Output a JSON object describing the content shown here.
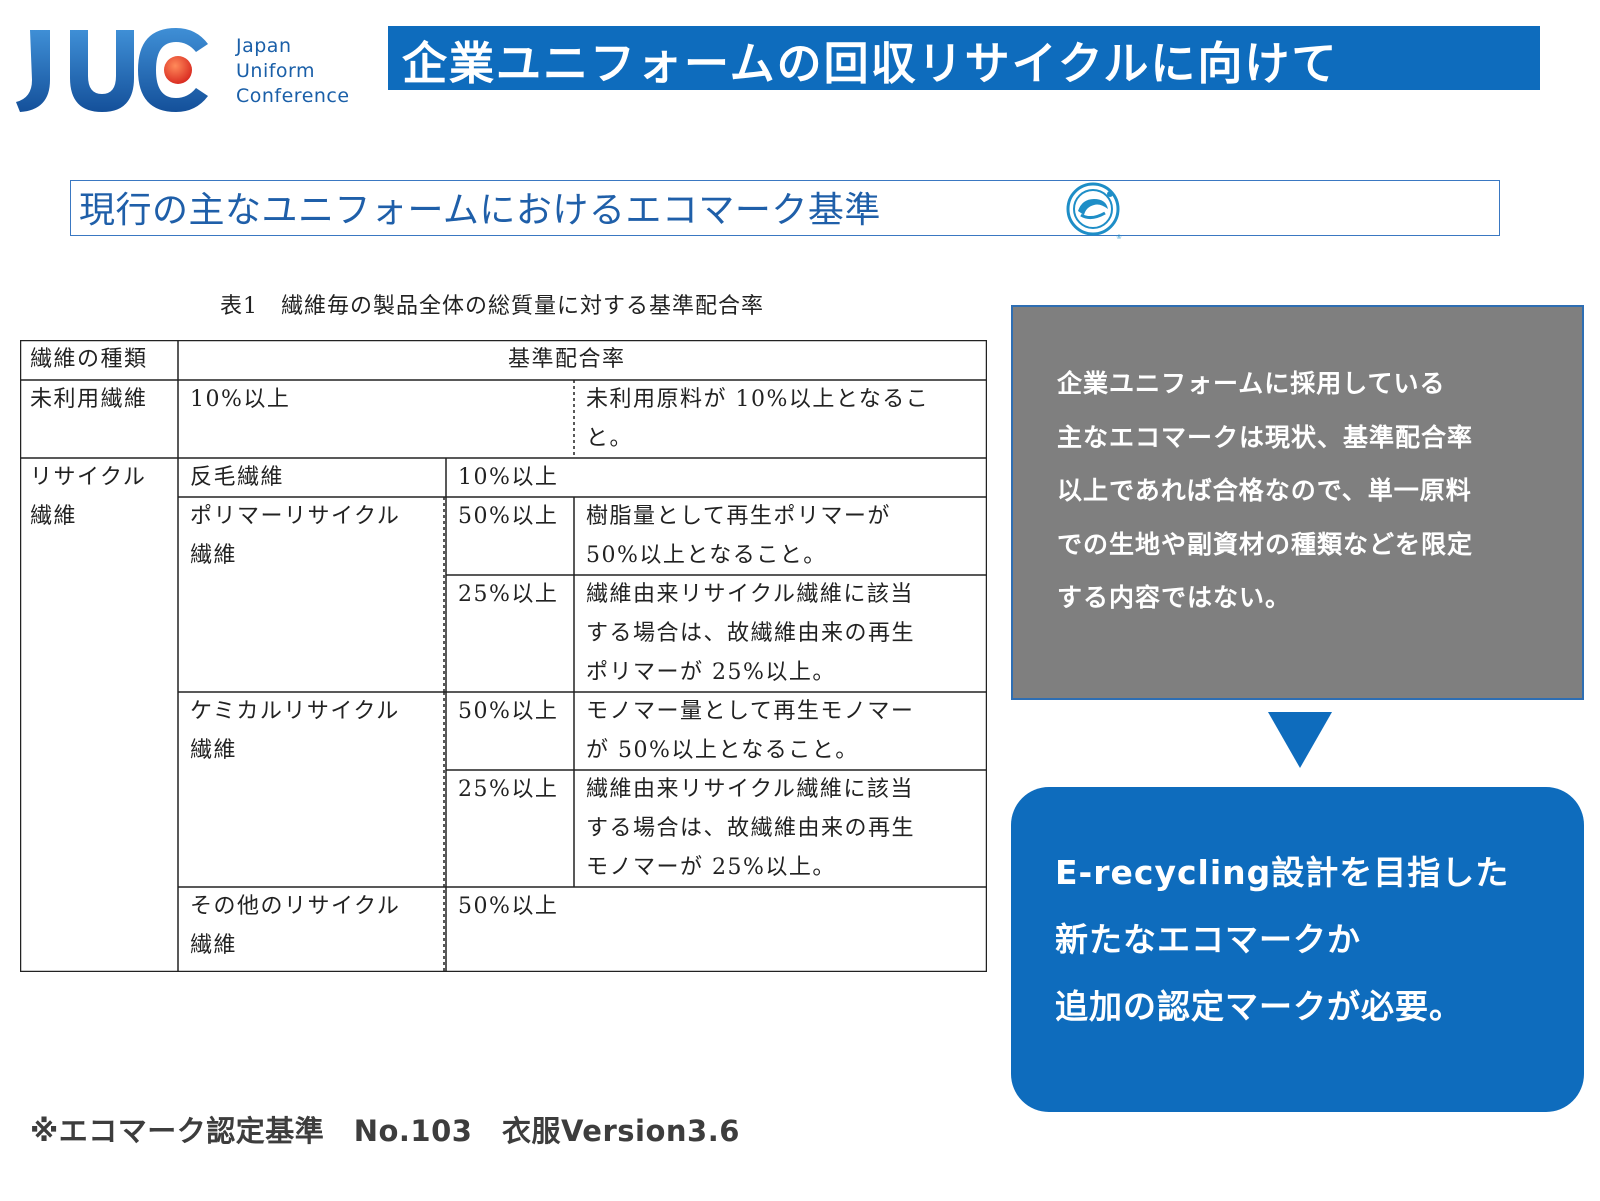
{
  "logo": {
    "mark": "JUC",
    "line1": "Japan",
    "line2": "Uniform",
    "line3": "Conference",
    "colors": {
      "blue": "#1a5fa8",
      "red_dot": "#e8462a"
    }
  },
  "title": "企業ユニフォームの回収リサイクルに向けて",
  "subtitle": "現行の主なユニフォームにおけるエコマーク基準",
  "eco_icon": "eco-mark-icon",
  "table": {
    "caption": "表1　繊維毎の製品全体の総質量に対する基準配合率",
    "header": {
      "col1": "繊維の種類",
      "col2": "基準配合率"
    },
    "unused": {
      "type": "未利用繊維",
      "rate": "10%以上",
      "note_line1": "未利用原料が 10%以上となるこ",
      "note_line2": "と。"
    },
    "recycle_group": {
      "line1": "リサイクル",
      "line2": "繊維"
    },
    "rows": {
      "hanmo": {
        "type": "反毛繊維",
        "rate": "10%以上"
      },
      "polymer": {
        "type_line1": "ポリマーリサイクル",
        "type_line2": "繊維",
        "rate1": "50%以上",
        "note1_line1": "樹脂量として再生ポリマーが",
        "note1_line2": "50%以上となること。",
        "rate2": "25%以上",
        "note2_line1": "繊維由来リサイクル繊維に該当",
        "note2_line2": "する場合は、故繊維由来の再生",
        "note2_line3": "ポリマーが 25%以上。"
      },
      "chemical": {
        "type_line1": "ケミカルリサイクル",
        "type_line2": "繊維",
        "rate1": "50%以上",
        "note1_line1": "モノマー量として再生モノマー",
        "note1_line2": "が 50%以上となること。",
        "rate2": "25%以上",
        "note2_line1": "繊維由来リサイクル繊維に該当",
        "note2_line2": "する場合は、故繊維由来の再生",
        "note2_line3": "モノマーが 25%以上。"
      },
      "other": {
        "type_line1": "その他のリサイクル",
        "type_line2": "繊維",
        "rate": "50%以上"
      }
    }
  },
  "note": {
    "line1": "企業ユニフォームに採用している",
    "line2": "主なエコマークは現状、基準配合率",
    "line3": "以上であれば合格なので、単一原料",
    "line4": "での生地や副資材の種類などを限定",
    "line5": "する内容ではない。"
  },
  "arrow_icon": "down-triangle-icon",
  "callout": {
    "line1": "E-recycling設計を目指した",
    "line2": "新たなエコマークか",
    "line3": "追加の認定マークが必要。"
  },
  "footnote": "※エコマーク認定基準　No.103　衣服Version3.6",
  "colors": {
    "title_bar": "#0e6cbd",
    "note_bg": "#7f7f7f",
    "callout_bg": "#0e6cbd",
    "subtitle": "#1f5fa9"
  }
}
